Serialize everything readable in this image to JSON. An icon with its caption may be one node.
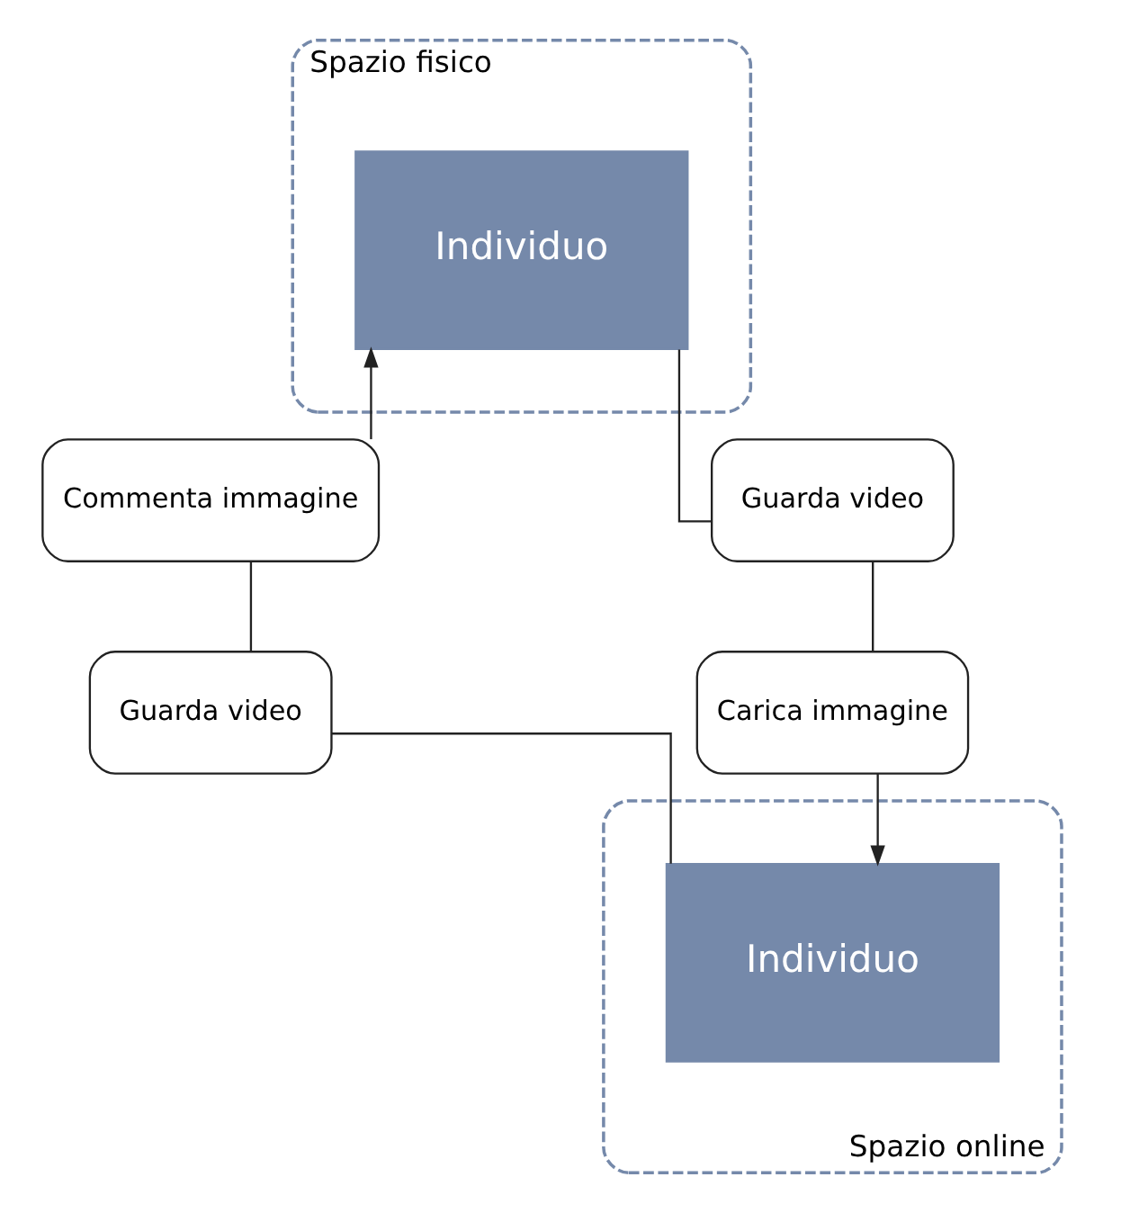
{
  "diagram": {
    "nodes": [
      {
        "text": [
          "Spazio fisico"
        ]
      },
      {
        "text": [
          "Individuo"
        ],
        "in": 0
      },
      {
        "text": [
          "Commenta immagine"
        ]
      },
      {
        "text": [
          "Guarda video"
        ]
      },
      {
        "text": [
          "Guarda video"
        ]
      },
      {
        "text": [
          "Carica immagine"
        ]
      },
      {
        "text": [
          "Spazio online"
        ]
      },
      {
        "text": [
          "Individuo"
        ],
        "in": 6
      }
    ],
    "edges": [
      {
        "from": 2,
        "to": 1,
        "arrow": "to"
      },
      {
        "from": 1,
        "to": 3,
        "arrow": "none"
      },
      {
        "from": 3,
        "to": 5,
        "arrow": "none"
      },
      {
        "from": 5,
        "to": 7,
        "arrow": "to"
      },
      {
        "from": 7,
        "to": 4,
        "arrow": "none"
      },
      {
        "from": 4,
        "to": 2,
        "arrow": "none"
      }
    ]
  }
}
